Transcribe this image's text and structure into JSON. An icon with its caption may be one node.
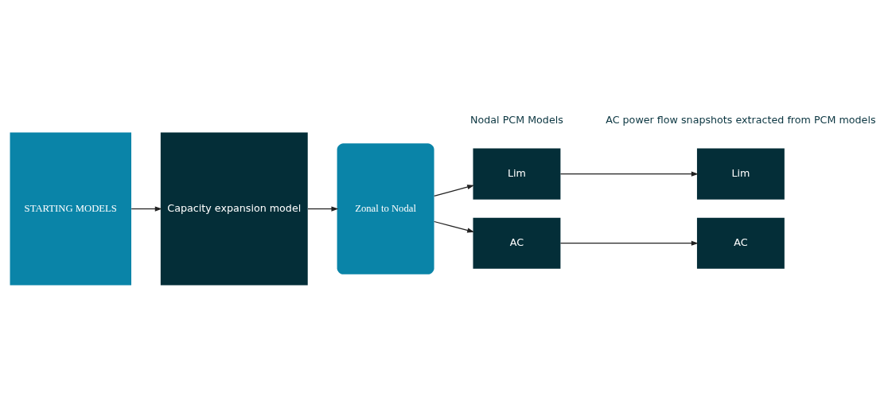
{
  "diagram": {
    "nodes": [
      {
        "text": [
          "STARTING MODELS"
        ]
      },
      {
        "text": [
          "Capacity expansion model"
        ]
      },
      {
        "text": [
          "Zonal to Nodal"
        ]
      },
      {
        "text": [
          "Lim"
        ]
      },
      {
        "text": [
          "AC"
        ]
      },
      {
        "text": [
          "Lim"
        ]
      },
      {
        "text": [
          "AC"
        ]
      }
    ],
    "edges": [
      {
        "from": 0,
        "to": 1,
        "arrow": "to"
      },
      {
        "from": 1,
        "to": 2,
        "arrow": "to"
      },
      {
        "from": 2,
        "to": 3,
        "arrow": "to"
      },
      {
        "from": 2,
        "to": 4,
        "arrow": "to"
      },
      {
        "from": 3,
        "to": 5,
        "arrow": "to"
      },
      {
        "from": 4,
        "to": 6,
        "arrow": "to"
      }
    ],
    "labels": [
      "Nodal PCM Models",
      "AC power flow snapshots extracted from PCM models"
    ]
  }
}
